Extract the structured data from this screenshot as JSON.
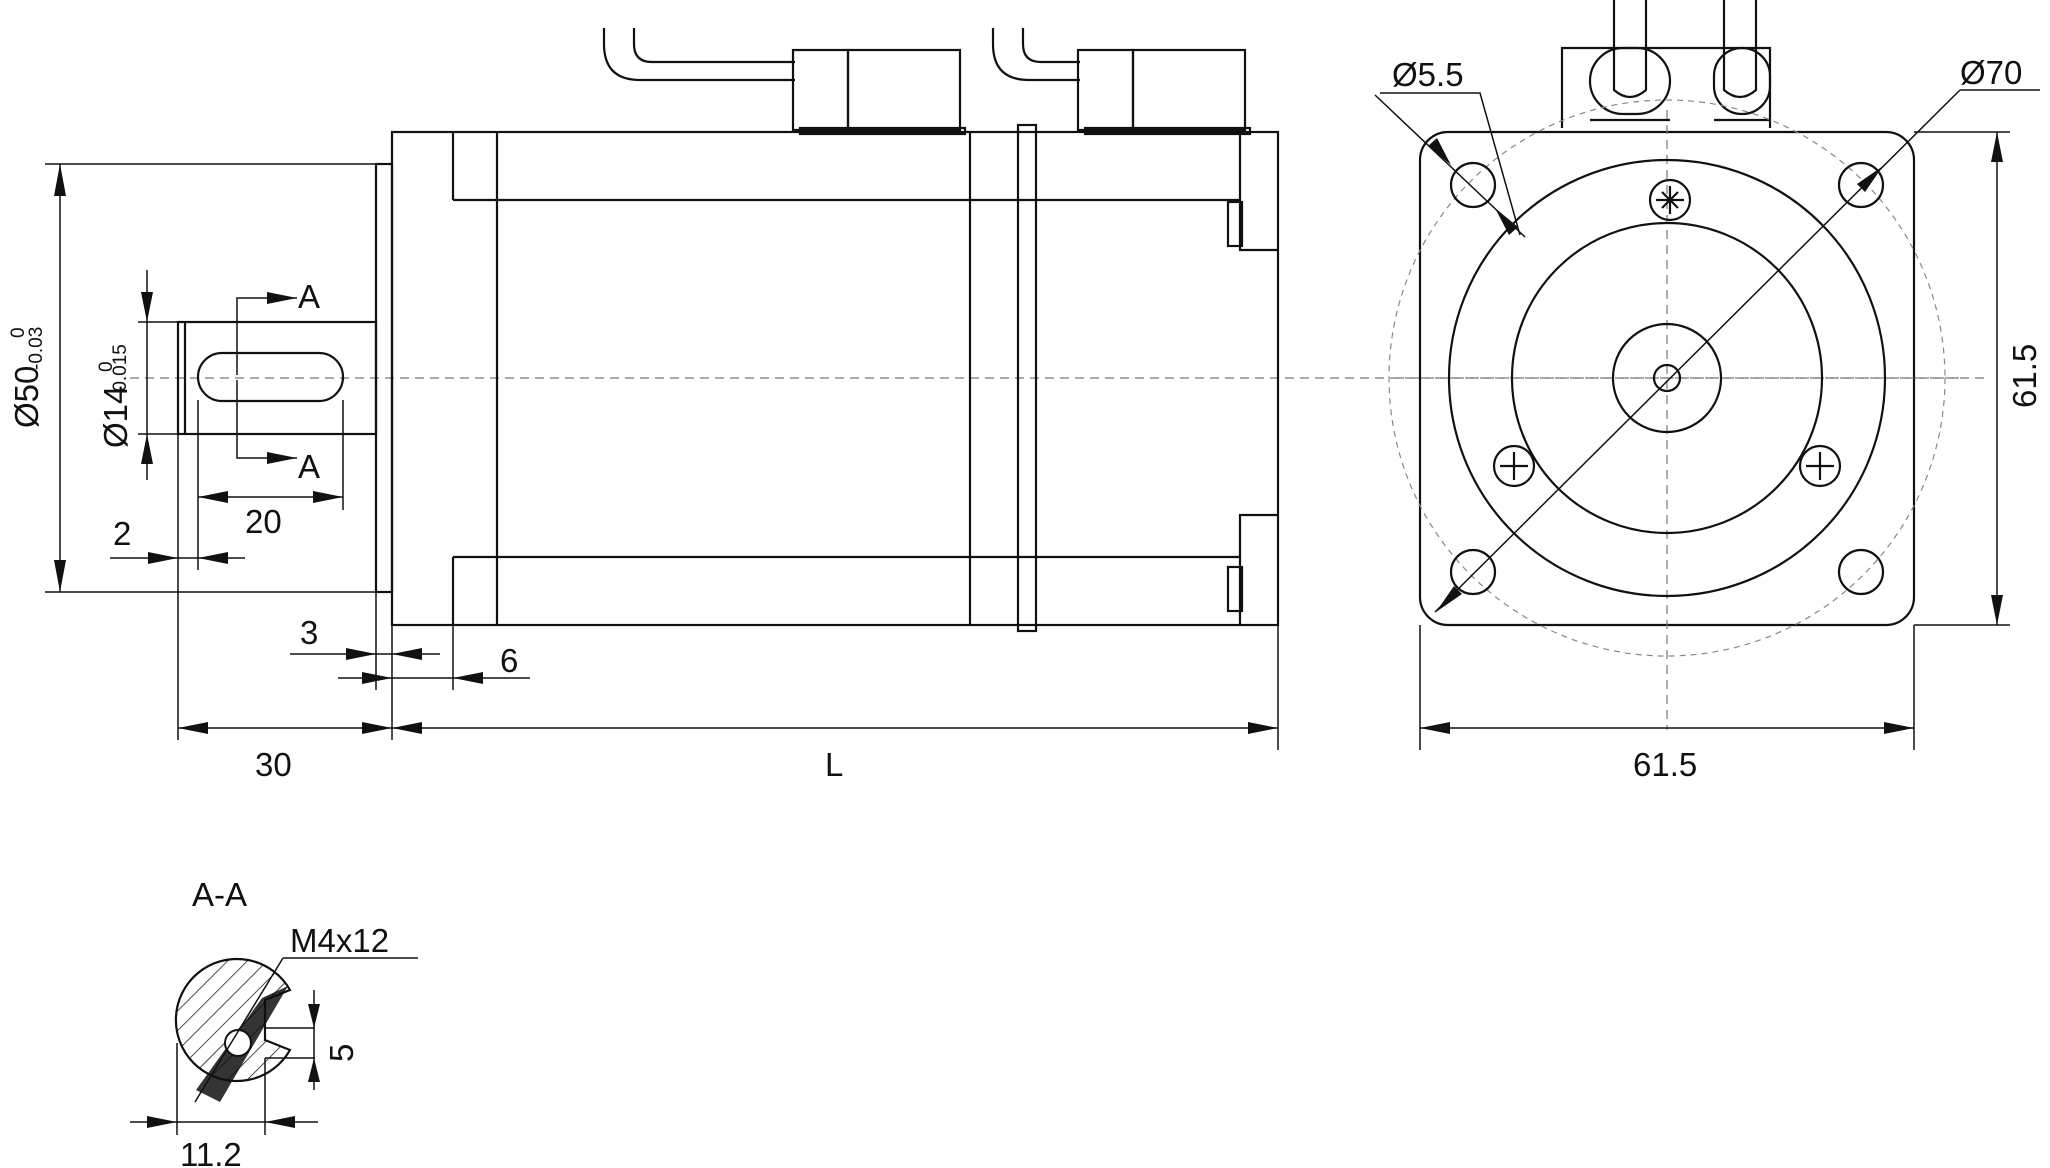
{
  "drawing": {
    "section_marker": "A",
    "section_title": "A-A",
    "dims": {
      "phi50_main": "Ø50",
      "phi50_up": "0",
      "phi50_low": "-0.03",
      "phi14_main": "Ø14",
      "phi14_up": "0",
      "phi14_low": "-0.015",
      "key_len": "20",
      "shaft_step": "2",
      "flange_thk": "3",
      "boss": "6",
      "shaft_len": "30",
      "body_len": "L",
      "hole_dia": "Ø5.5",
      "pcd": "Ø70",
      "flange_h": "61.5",
      "flange_w": "61.5",
      "thread": "M4x12",
      "key_w": "5",
      "key_depth": "11.2"
    }
  }
}
